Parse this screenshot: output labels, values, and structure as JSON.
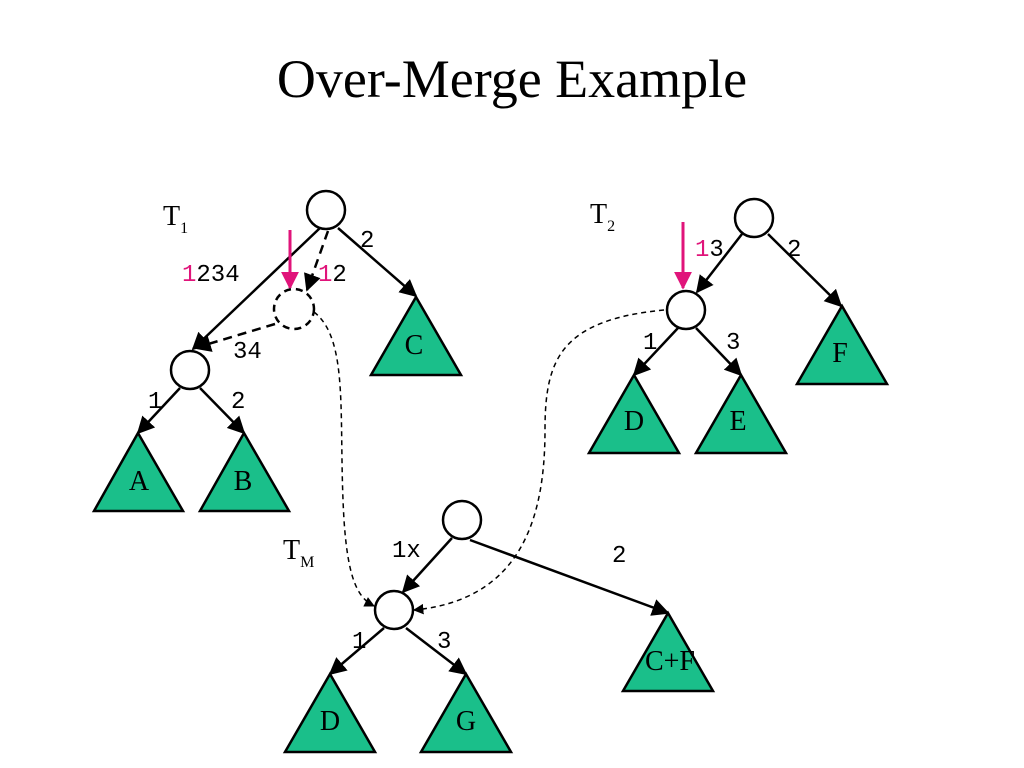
{
  "title": "Over-Merge Example",
  "colors": {
    "triangle_fill": "#1abf8a",
    "highlight": "#e0147a",
    "line": "#000000"
  },
  "trees": {
    "t1": {
      "main": "T",
      "sub": "1"
    },
    "t2": {
      "main": "T",
      "sub": "2"
    },
    "tm": {
      "main": "T",
      "sub": "M"
    }
  },
  "edge_labels": {
    "t1_left_highlight": "1",
    "t1_left_rest": "234",
    "t1_right": "2",
    "t1_dashed_highlight": "1",
    "t1_dashed_rest": "2",
    "t1_dashed_lower": "34",
    "t1_sub_left": "1",
    "t1_sub_right": "2",
    "t2_left_highlight": "1",
    "t2_left_rest": "3",
    "t2_right": "2",
    "t2_sub_left": "1",
    "t2_sub_right": "3",
    "tm_left": "1x",
    "tm_right": "2",
    "tm_sub_left": "1",
    "tm_sub_right": "3"
  },
  "triangles": {
    "t1_c": "C",
    "t1_a": "A",
    "t1_b": "B",
    "t2_f": "F",
    "t2_d": "D",
    "t2_e": "E",
    "tm_cf": "C+F",
    "tm_d": "D",
    "tm_g": "G"
  }
}
